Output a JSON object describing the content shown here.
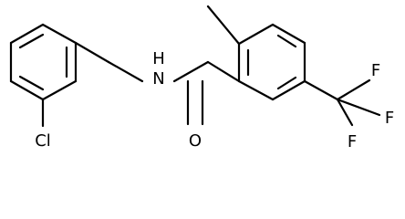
{
  "molecule": {
    "atoms": {
      "n": "N",
      "o": "O",
      "cl": "Cl",
      "f1": "F",
      "f2": "F",
      "f3": "F",
      "h": "H"
    },
    "colors": {
      "bonds": "#000000",
      "labels": "#000000",
      "background": "#ffffff"
    }
  }
}
